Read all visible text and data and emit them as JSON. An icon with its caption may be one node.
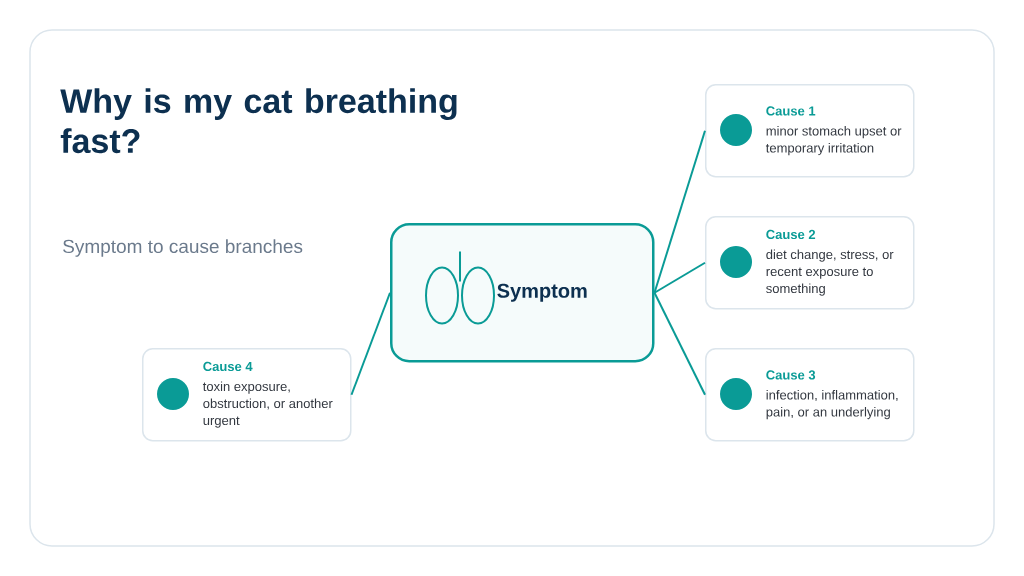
{
  "diagram": {
    "title": "Why is my cat breathing fast?",
    "nodes": [
      {
        "text": [
          "Symptom"
        ]
      },
      {
        "text": [
          "Cause 1",
          "minor stomach upset or temporary irritation"
        ]
      },
      {
        "text": [
          "Cause 2",
          "diet change, stress, or recent exposure to something"
        ]
      },
      {
        "text": [
          "Cause 3",
          "infection, inflammation, pain, or an underlying"
        ]
      },
      {
        "text": [
          "Cause 4",
          "toxin exposure, obstruction, or another urgent"
        ]
      }
    ],
    "edges": [
      {
        "from": 0,
        "to": 1,
        "arrow": "none"
      },
      {
        "from": 0,
        "to": 2,
        "arrow": "none"
      },
      {
        "from": 0,
        "to": 3,
        "arrow": "none"
      },
      {
        "from": 0,
        "to": 4,
        "arrow": "none"
      }
    ],
    "labels": [
      "Symptom to cause branches"
    ]
  }
}
